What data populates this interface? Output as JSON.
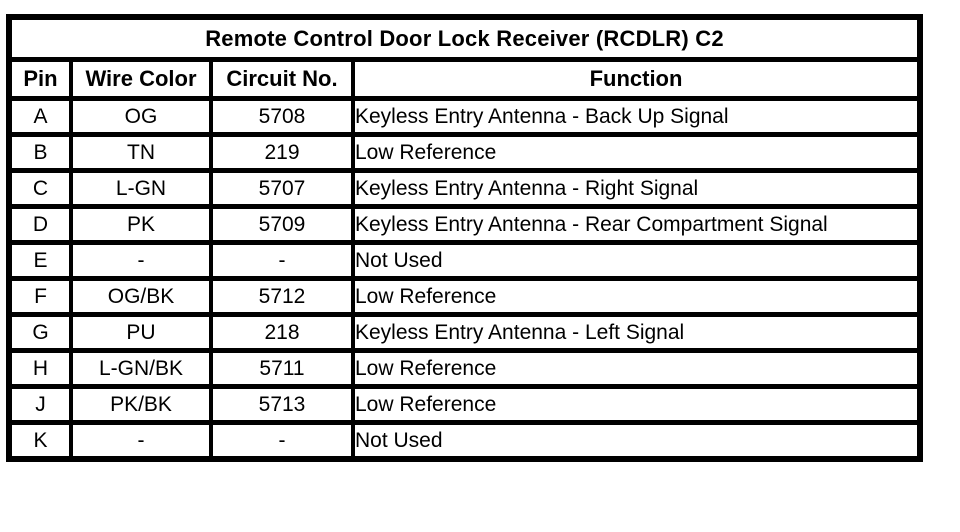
{
  "table": {
    "title": "Remote Control Door Lock Receiver (RCDLR) C2",
    "headers": {
      "pin": "Pin",
      "wire_color": "Wire Color",
      "circuit_no": "Circuit No.",
      "function": "Function"
    },
    "rows": [
      {
        "pin": "A",
        "wire_color": "OG",
        "circuit_no": "5708",
        "function": "Keyless Entry Antenna - Back Up Signal"
      },
      {
        "pin": "B",
        "wire_color": "TN",
        "circuit_no": "219",
        "function": "Low Reference"
      },
      {
        "pin": "C",
        "wire_color": "L-GN",
        "circuit_no": "5707",
        "function": "Keyless Entry Antenna - Right Signal"
      },
      {
        "pin": "D",
        "wire_color": "PK",
        "circuit_no": "5709",
        "function": "Keyless Entry Antenna - Rear Compartment Signal"
      },
      {
        "pin": "E",
        "wire_color": "-",
        "circuit_no": "-",
        "function": "Not Used"
      },
      {
        "pin": "F",
        "wire_color": "OG/BK",
        "circuit_no": "5712",
        "function": "Low Reference"
      },
      {
        "pin": "G",
        "wire_color": "PU",
        "circuit_no": "218",
        "function": "Keyless Entry Antenna - Left Signal"
      },
      {
        "pin": "H",
        "wire_color": "L-GN/BK",
        "circuit_no": "5711",
        "function": "Low Reference"
      },
      {
        "pin": "J",
        "wire_color": "PK/BK",
        "circuit_no": "5713",
        "function": "Low Reference"
      },
      {
        "pin": "K",
        "wire_color": "-",
        "circuit_no": "-",
        "function": "Not Used"
      }
    ],
    "colors": {
      "border": "#000000",
      "background": "#ffffff",
      "text": "#000000"
    }
  }
}
